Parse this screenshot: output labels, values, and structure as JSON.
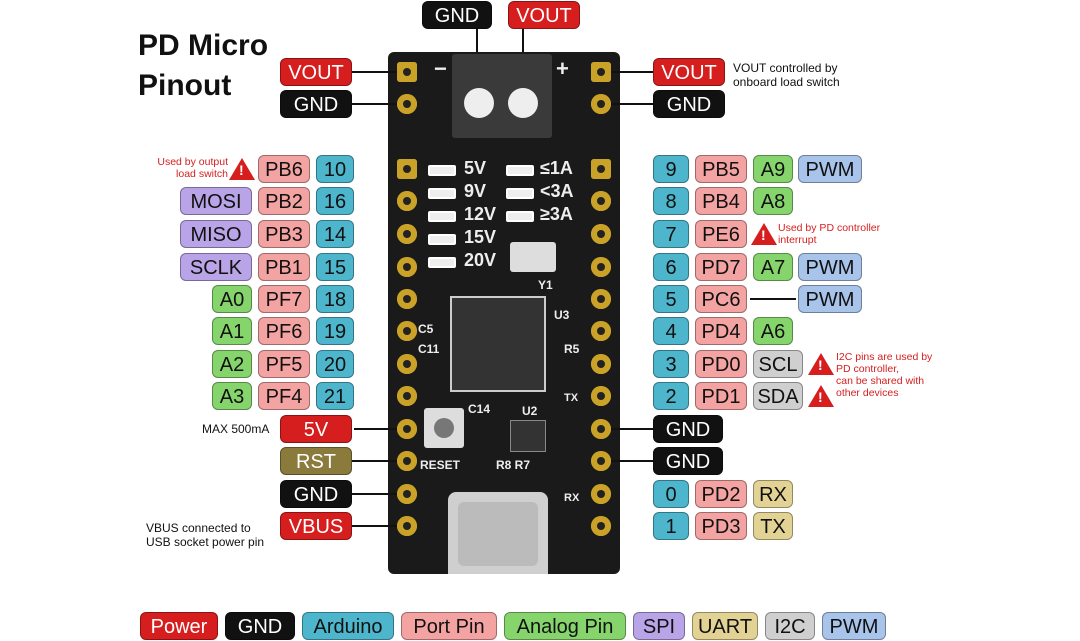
{
  "title": {
    "line1": "PD Micro",
    "line2": "Pinout"
  },
  "top_labels": {
    "gnd": "GND",
    "vout": "VOUT"
  },
  "left_pins": {
    "vout": "VOUT",
    "gnd": "GND",
    "pb6": "PB6",
    "d10": "10",
    "mosi": "MOSI",
    "pb2": "PB2",
    "d16": "16",
    "miso": "MISO",
    "pb3": "PB3",
    "d14": "14",
    "sclk": "SCLK",
    "pb1": "PB1",
    "d15": "15",
    "a0": "A0",
    "pf7": "PF7",
    "d18": "18",
    "a1": "A1",
    "pf6": "PF6",
    "d19": "19",
    "a2": "A2",
    "pf5": "PF5",
    "d20": "20",
    "a3": "A3",
    "pf4": "PF4",
    "d21": "21",
    "v5": "5V",
    "rst": "RST",
    "gnd2": "GND",
    "vbus": "VBUS"
  },
  "right_pins": {
    "vout": "VOUT",
    "gnd": "GND",
    "d9": "9",
    "pb5": "PB5",
    "a9": "A9",
    "pwm9": "PWM",
    "d8": "8",
    "pb4": "PB4",
    "a8": "A8",
    "d7": "7",
    "pe6": "PE6",
    "d6": "6",
    "pd7": "PD7",
    "a7": "A7",
    "pwm6": "PWM",
    "d5": "5",
    "pc6": "PC6",
    "pwm5": "PWM",
    "d4": "4",
    "pd4": "PD4",
    "a6": "A6",
    "d3": "3",
    "pd0": "PD0",
    "scl": "SCL",
    "d2": "2",
    "pd1": "PD1",
    "sda": "SDA",
    "gnd2": "GND",
    "gnd3": "GND",
    "d0": "0",
    "pd2": "PD2",
    "rx": "RX",
    "d1": "1",
    "pd3": "PD3",
    "tx": "TX"
  },
  "notes": {
    "vout_note": "VOUT controlled by\nonboard load switch",
    "pb6_note": "Used by output\nload switch",
    "pe6_note": "Used by PD controller\ninterrupt",
    "i2c_note": "I2C pins are used by\nPD controller,\ncan be shared with\nother devices",
    "max_note": "MAX 500mA",
    "vbus_note": "VBUS connected to\nUSB socket power pin"
  },
  "board_silk": {
    "v5": "5V",
    "v9": "9V",
    "v12": "12V",
    "v15": "15V",
    "v20": "20V",
    "a1": "≤1A",
    "a3": "<3A",
    "a3b": "≥3A",
    "y1": "Y1",
    "u3": "U3",
    "u2": "U2",
    "c5": "C5",
    "c11": "C11",
    "c14": "C14",
    "r5": "R5",
    "reset": "RESET",
    "r8r7": "R8 R7",
    "tx": "TX",
    "rx": "RX",
    "minus": "−",
    "plus": "+"
  },
  "legend": [
    "Power",
    "GND",
    "Arduino",
    "Port Pin",
    "Analog Pin",
    "SPI",
    "UART",
    "I2C",
    "PWM"
  ],
  "colors": {
    "power": "#d61e1e",
    "gnd": "#111111",
    "arduino": "#4eb6cc",
    "port": "#f4a3a3",
    "analog": "#86d46c",
    "spi": "#b8a4e6",
    "uart": "#e2d394",
    "i2c": "#cfcfcf",
    "pwm": "#a9c4ea"
  }
}
